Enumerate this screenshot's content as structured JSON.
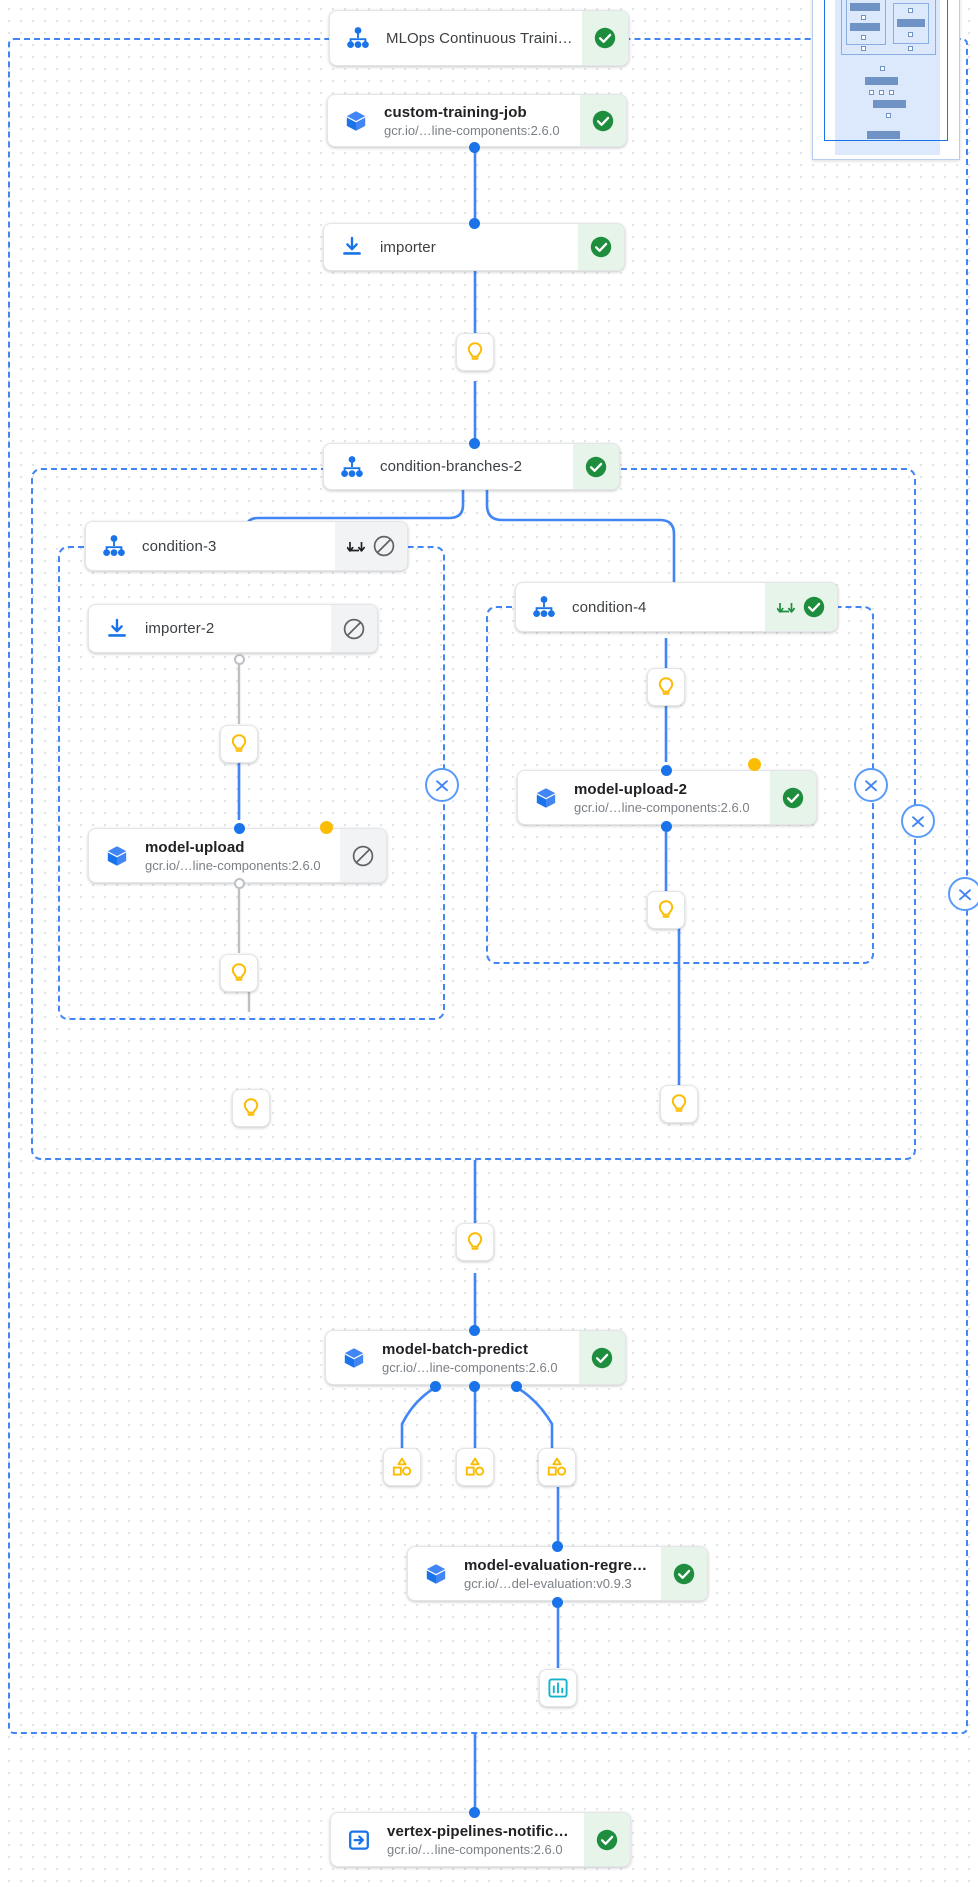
{
  "app": {
    "view": "pipeline-graph",
    "colors": {
      "accent_blue": "#1a73e8",
      "edge_blue": "#4285f4",
      "success_green": "#1e8e3e",
      "success_bg": "#e6f4ea",
      "skipped_gray": "#5f6368",
      "skipped_bg": "#f1f3f4",
      "artifact_amber": "#fbbc04",
      "metric_teal": "#12b5cb",
      "canvas_bg": "#ffffff"
    }
  },
  "graph": {
    "nodes": [
      {
        "id": "mlops-continuous-training",
        "title": "MLOps Continuous Traini…",
        "subtitle": "",
        "icon": "pipeline-dag-icon",
        "status": "succeeded",
        "status_icon": "check-circle-icon"
      },
      {
        "id": "custom-training-job",
        "title": "custom-training-job",
        "subtitle": "gcr.io/…line-components:2.6.0",
        "icon": "component-cube-icon",
        "status": "succeeded",
        "status_icon": "check-circle-icon"
      },
      {
        "id": "importer",
        "title": "importer",
        "subtitle": "",
        "icon": "import-download-icon",
        "status": "succeeded",
        "status_icon": "check-circle-icon"
      },
      {
        "id": "condition-branches-2",
        "title": "condition-branches-2",
        "subtitle": "",
        "icon": "pipeline-dag-icon",
        "status": "succeeded",
        "status_icon": "check-circle-icon"
      },
      {
        "id": "condition-3",
        "title": "condition-3",
        "subtitle": "",
        "icon": "pipeline-dag-icon",
        "status": "skipped",
        "status_icon": "block-circle-icon",
        "extra_icon": "expand-branch-icon"
      },
      {
        "id": "condition-4",
        "title": "condition-4",
        "subtitle": "",
        "icon": "pipeline-dag-icon",
        "status": "succeeded",
        "status_icon": "check-circle-icon",
        "extra_icon": "expand-branch-icon"
      },
      {
        "id": "importer-2",
        "title": "importer-2",
        "subtitle": "",
        "icon": "import-download-icon",
        "status": "skipped",
        "status_icon": "block-circle-icon"
      },
      {
        "id": "model-upload",
        "title": "model-upload",
        "subtitle": "gcr.io/…line-components:2.6.0",
        "icon": "component-cube-icon",
        "status": "skipped",
        "status_icon": "block-circle-icon"
      },
      {
        "id": "model-upload-2",
        "title": "model-upload-2",
        "subtitle": "gcr.io/…line-components:2.6.0",
        "icon": "component-cube-icon",
        "status": "succeeded",
        "status_icon": "check-circle-icon"
      },
      {
        "id": "model-batch-predict",
        "title": "model-batch-predict",
        "subtitle": "gcr.io/…line-components:2.6.0",
        "icon": "component-cube-icon",
        "status": "succeeded",
        "status_icon": "check-circle-icon"
      },
      {
        "id": "model-evaluation-regression",
        "title": "model-evaluation-regres…",
        "subtitle": "gcr.io/…del-evaluation:v0.9.3",
        "icon": "component-cube-icon",
        "status": "succeeded",
        "status_icon": "check-circle-icon"
      },
      {
        "id": "vertex-pipelines-notification",
        "title": "vertex-pipelines-notificat…",
        "subtitle": "gcr.io/…line-components:2.6.0",
        "icon": "exit-arrow-icon",
        "status": "succeeded",
        "status_icon": "check-circle-icon"
      }
    ],
    "artifacts": [
      {
        "id": "artifact-model-1",
        "icon": "lightbulb-model-icon"
      },
      {
        "id": "artifact-model-2",
        "icon": "lightbulb-model-icon"
      },
      {
        "id": "artifact-model-3",
        "icon": "lightbulb-model-icon"
      },
      {
        "id": "artifact-model-4",
        "icon": "lightbulb-model-icon"
      },
      {
        "id": "artifact-model-5",
        "icon": "lightbulb-model-icon"
      },
      {
        "id": "artifact-model-6",
        "icon": "lightbulb-model-icon"
      },
      {
        "id": "artifact-model-7",
        "icon": "lightbulb-model-icon"
      },
      {
        "id": "artifact-model-8",
        "icon": "lightbulb-model-icon"
      },
      {
        "id": "artifact-dataset-1",
        "icon": "dataset-shapes-icon"
      },
      {
        "id": "artifact-dataset-2",
        "icon": "dataset-shapes-icon"
      },
      {
        "id": "artifact-dataset-3",
        "icon": "dataset-shapes-icon"
      },
      {
        "id": "artifact-metrics-1",
        "icon": "metrics-bar-chart-icon"
      }
    ],
    "collapse_toggles": [
      {
        "id": "collapse-condition-3"
      },
      {
        "id": "collapse-condition-4"
      },
      {
        "id": "collapse-condition-branches-2"
      },
      {
        "id": "collapse-root-dag"
      }
    ],
    "groups": [
      {
        "id": "group-root-pipeline"
      },
      {
        "id": "group-condition-branches-2"
      },
      {
        "id": "group-condition-3"
      },
      {
        "id": "group-condition-4"
      }
    ]
  },
  "minimap": {
    "id": "graph-minimap"
  }
}
